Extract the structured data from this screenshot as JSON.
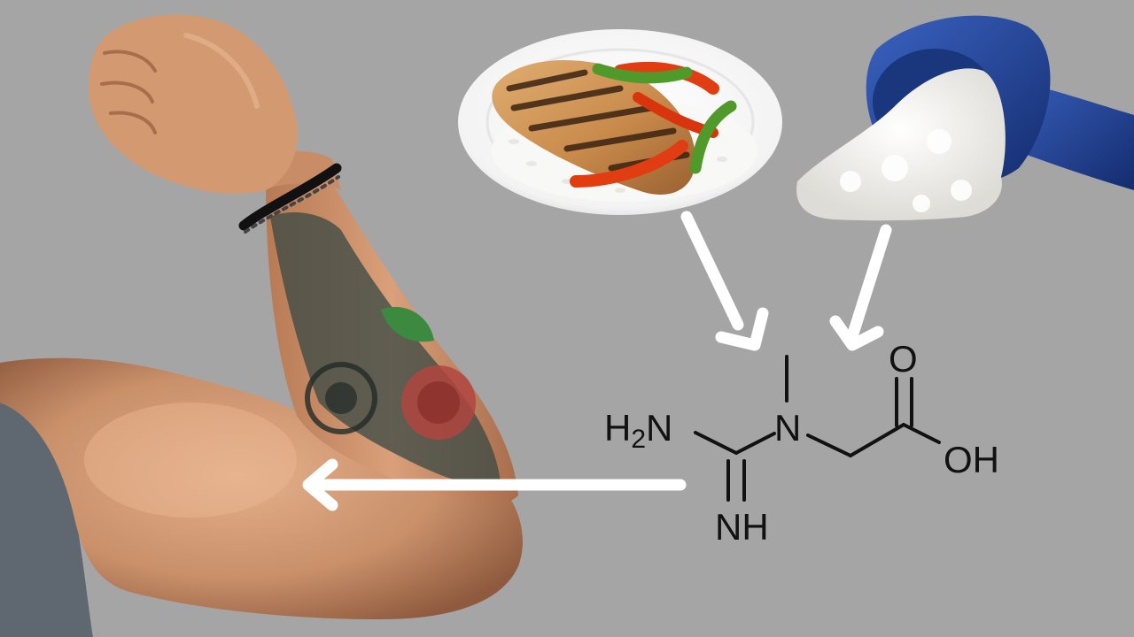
{
  "colors": {
    "background": "#a5a5a5",
    "arrow": "#ffffff",
    "bond": "#111111",
    "skin": "#d9a07a",
    "skin_shadow": "#a86d4b",
    "tattoo": "#3d4a45",
    "sleeve": "#5f6870",
    "plate": "#ffffff",
    "chicken": "#c98b4b",
    "pepper_red": "#e23c12",
    "pepper_green": "#4f9a2a",
    "scoop": "#1f3f8f",
    "powder": "#f4f4f2"
  },
  "icons": {
    "arm": "flexed-arm-icon",
    "plate": "chicken-rice-plate-icon",
    "scoop": "creatine-scoop-icon"
  },
  "molecule": {
    "amine_h": "H",
    "amine_sub": "2",
    "amine_n": "N",
    "central_n": "N",
    "imine": "NH",
    "carbonyl_o": "O",
    "hydroxyl": "OH"
  }
}
